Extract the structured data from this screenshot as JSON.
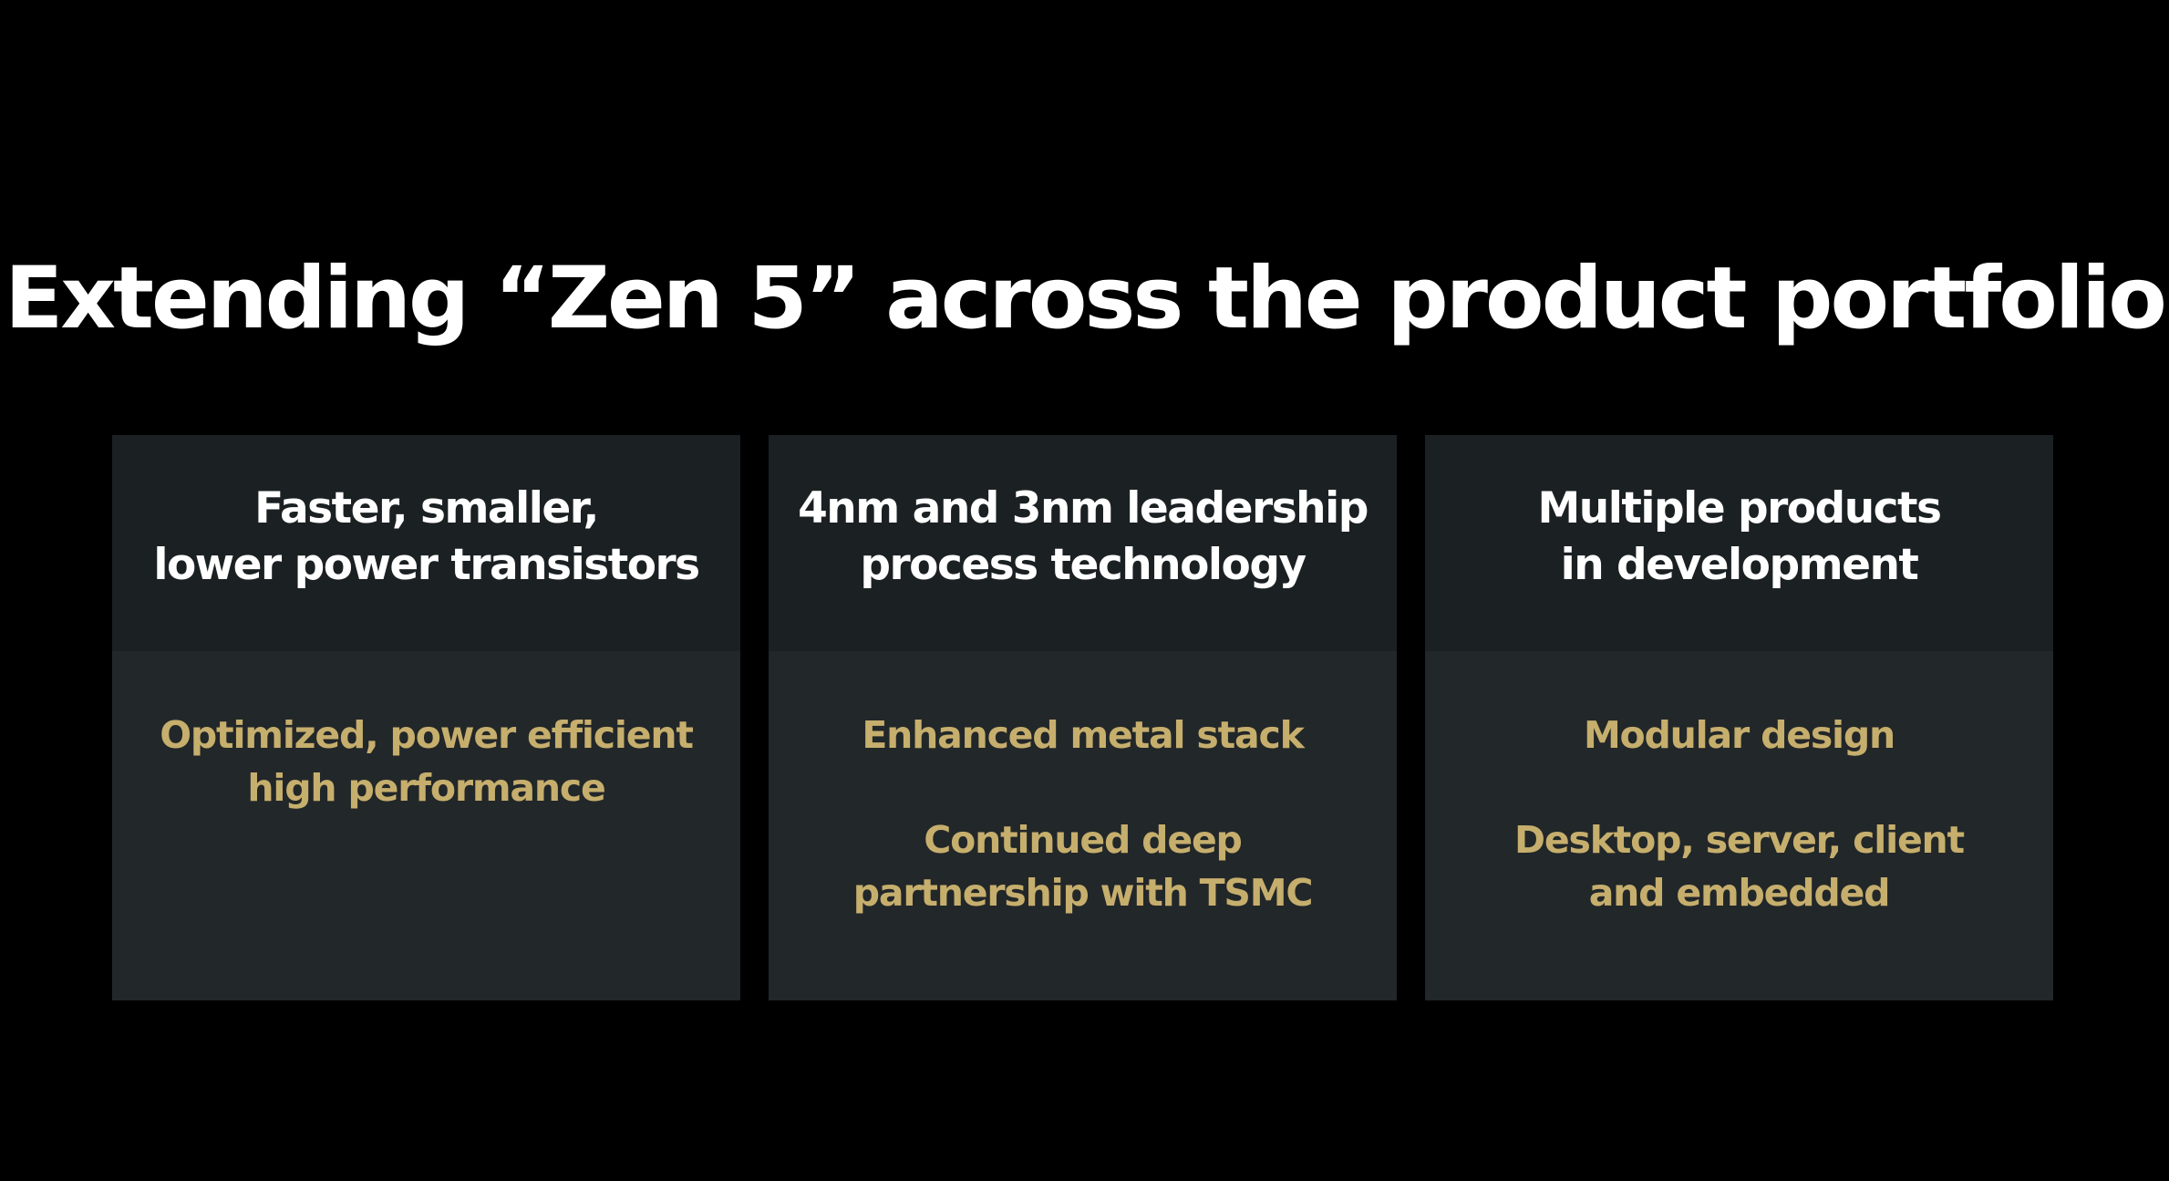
{
  "slide": {
    "title": "Extending “Zen 5” across the product portfolio"
  },
  "cards": [
    {
      "heading": [
        "Faster, smaller,",
        "lower power transistors"
      ],
      "body": [
        [
          "Optimized, power efficient",
          "high performance"
        ]
      ]
    },
    {
      "heading": [
        "4nm and 3nm leadership",
        "process technology"
      ],
      "body": [
        [
          "Enhanced metal stack"
        ],
        [
          "Continued deep",
          "partnership with TSMC"
        ]
      ]
    },
    {
      "heading": [
        "Multiple products",
        "in development"
      ],
      "body": [
        [
          "Modular design"
        ],
        [
          "Desktop, server, client",
          "and embedded"
        ]
      ]
    }
  ],
  "colors": {
    "background": "#000000",
    "card_header": "#1b2023",
    "card_body": "#222729",
    "heading_text": "#ffffff",
    "accent_text": "#c6ae6d"
  }
}
